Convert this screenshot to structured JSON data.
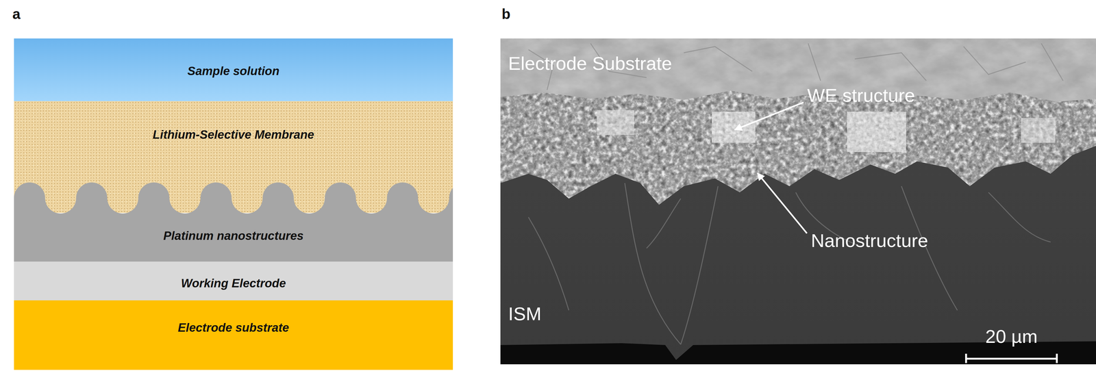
{
  "diagram": {
    "nodes": [
      {
        "text": [
          "Sample solution"
        ]
      },
      {
        "text": [
          "Lithium-Selective Membrane"
        ]
      },
      {
        "text": [
          "Platinum nanostructures"
        ]
      },
      {
        "text": [
          "Working Electrode"
        ]
      },
      {
        "text": [
          "Electrode substrate"
        ]
      }
    ],
    "labels": [
      "a",
      "b",
      "Electrode Substrate",
      "WE structure",
      "Nanostructure",
      "ISM",
      "20 µm"
    ]
  }
}
